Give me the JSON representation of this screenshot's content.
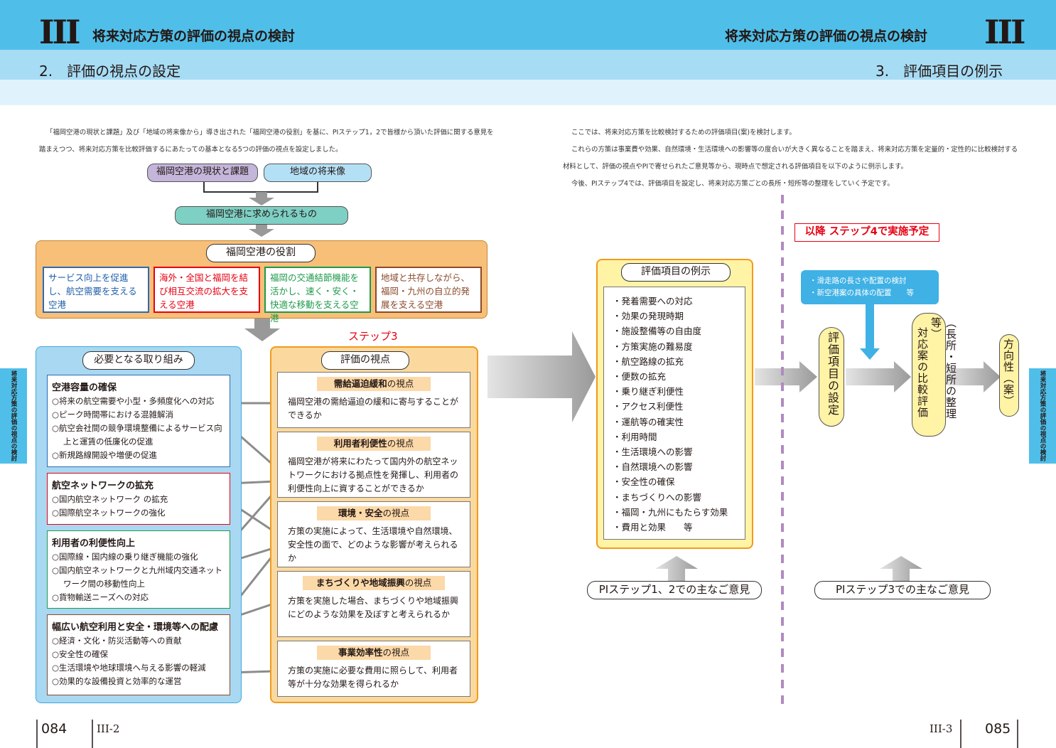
{
  "header": {
    "roman": "III",
    "title_left": "将来対応方策の評価の視点の検討",
    "title_right": "将来対応方策の評価の視点の検討",
    "section_left": "2.　評価の視点の設定",
    "section_right": "3.　評価項目の例示"
  },
  "left": {
    "intro": "「福岡空港の現状と課題」及び「地域の将来像から」導き出された「福岡空港の役割」を基に、PIステップ1，2で皆様から頂いた評価に関する意見を踏まえつつ、将来対応方策を比較評価するにあたっての基本となる5つの評価の視点を設定しました。",
    "source1": "福岡空港の現状と課題",
    "source2": "地域の将来像",
    "needs": "福岡空港に求められるもの",
    "roles_title": "福岡空港の役割",
    "roles": [
      "サービス向上を促進し、航空需要を支える空港",
      "海外・全国と福岡を結び相互交流の拡大を支える空港",
      "福岡の交通結節機能を活かし、速く・安く・快適な移動を支える空港",
      "地域と共存しながら、福岡・九州の自立的発展を支える空港"
    ],
    "step_label": "ステップ3",
    "efforts_title": "必要となる取り組み",
    "efforts": [
      {
        "head": "空港容量の確保",
        "items": [
          "○将来の航空需要や小型・多頻度化への対応",
          "○ピーク時間帯における混雑解消",
          "○航空会社間の競争環境整備によるサービス向上と運賃の低廉化の促進",
          "○新規路線開設や増便の促進"
        ]
      },
      {
        "head": "航空ネットワークの拡充",
        "items": [
          "○国内航空ネットワーク の拡充",
          "○国際航空ネットワークの強化"
        ]
      },
      {
        "head": "利用者の利便性向上",
        "items": [
          "○国際線・国内線の乗り継ぎ機能の強化",
          "○国内航空ネットワークと九州域内交通ネットワーク間の移動性向上",
          "○貨物輸送ニーズへの対応"
        ]
      },
      {
        "head": "幅広い航空利用と安全・環境等への配慮",
        "items": [
          "○経済・文化・防災活動等への貢献",
          "○安全性の確保",
          "○生活環境や地球環境へ与える影響の軽減",
          "○効果的な設備投資と効率的な運営"
        ]
      }
    ],
    "viewpoints_title": "評価の視点",
    "viewpoint_suffix": "の視点",
    "viewpoints": [
      {
        "head": "需給逼迫緩和",
        "text": "福岡空港の需給逼迫の緩和に寄与することができるか"
      },
      {
        "head": "利用者利便性",
        "text": "福岡空港が将来にわたって国内外の航空ネットワークにおける拠点性を発揮し、利用者の利便性向上に資することができるか"
      },
      {
        "head": "環境・安全",
        "text": "方策の実施によって、生活環境や自然環境、安全性の面で、どのような影響が考えられるか"
      },
      {
        "head": "まちづくりや地域振興",
        "text": "方策を実施した場合、まちづくりや地域振興にどのような効果を及ぼすと考えられるか"
      },
      {
        "head": "事業効率性",
        "text": "方策の実施に必要な費用に照らして、利用者等が十分な効果を得られるか"
      }
    ],
    "page_number": "084",
    "page_label": "III-2"
  },
  "right": {
    "intro": [
      "ここでは、将来対応方策を比較検討するための評価項目(案)を検討します。",
      "これらの方策は事業費や効果、自然環境・生活環境への影響等の度合いが大きく異なることを踏まえ、将来対応方策を定量的・定性的に比較検討する材料として、評価の視点やPIで寄せられたご意見等から、現時点で想定される評価項目を以下のように例示します。",
      "今後、PIステップ4では、評価項目を設定し、将来対応方策ごとの長所・短所等の整理をしていく予定です。"
    ],
    "eval_title": "評価項目の例示",
    "eval_items": [
      "・発着需要への対応",
      "・効果の発現時期",
      "・施設整備等の自由度",
      "・方策実施の難易度",
      "・航空路線の拡充",
      "・便数の拡充",
      "・乗り継ぎ利便性",
      "・アクセス利便性",
      "・運航等の確実性",
      "・利用時間",
      "・生活環境への影響",
      "・自然環境への影響",
      "・安全性の確保",
      "・まちづくりへの影響",
      "・福岡・九州にもたらす効果",
      "・費用と効果　　等"
    ],
    "later_label": "以降 ステップ4で実施予定",
    "notes": [
      "・滑走路の長さや配置の検討",
      "・新空港案の具体の配置　　等"
    ],
    "col1": "評価項目の設定",
    "col2a": "（長所・短所の整理等）",
    "col2b": "対応案の比較評価",
    "col3": "方向性（案）",
    "opinions1": "PIステップ1、2での主なご意見",
    "opinions2": "PIステップ3での主なご意見",
    "page_number": "085",
    "page_label": "III-3"
  },
  "side_tab": "将来対応方策の評価の視点の検討",
  "colors": {
    "header": "#4fbfea",
    "subheader": "#a7dcf5",
    "roles_panel": "#f7bf78",
    "efforts_panel": "#a8d8f2",
    "viewpoints_panel": "#fbd99e",
    "accent_red": "#e60012",
    "divider": "#b08ac0"
  }
}
